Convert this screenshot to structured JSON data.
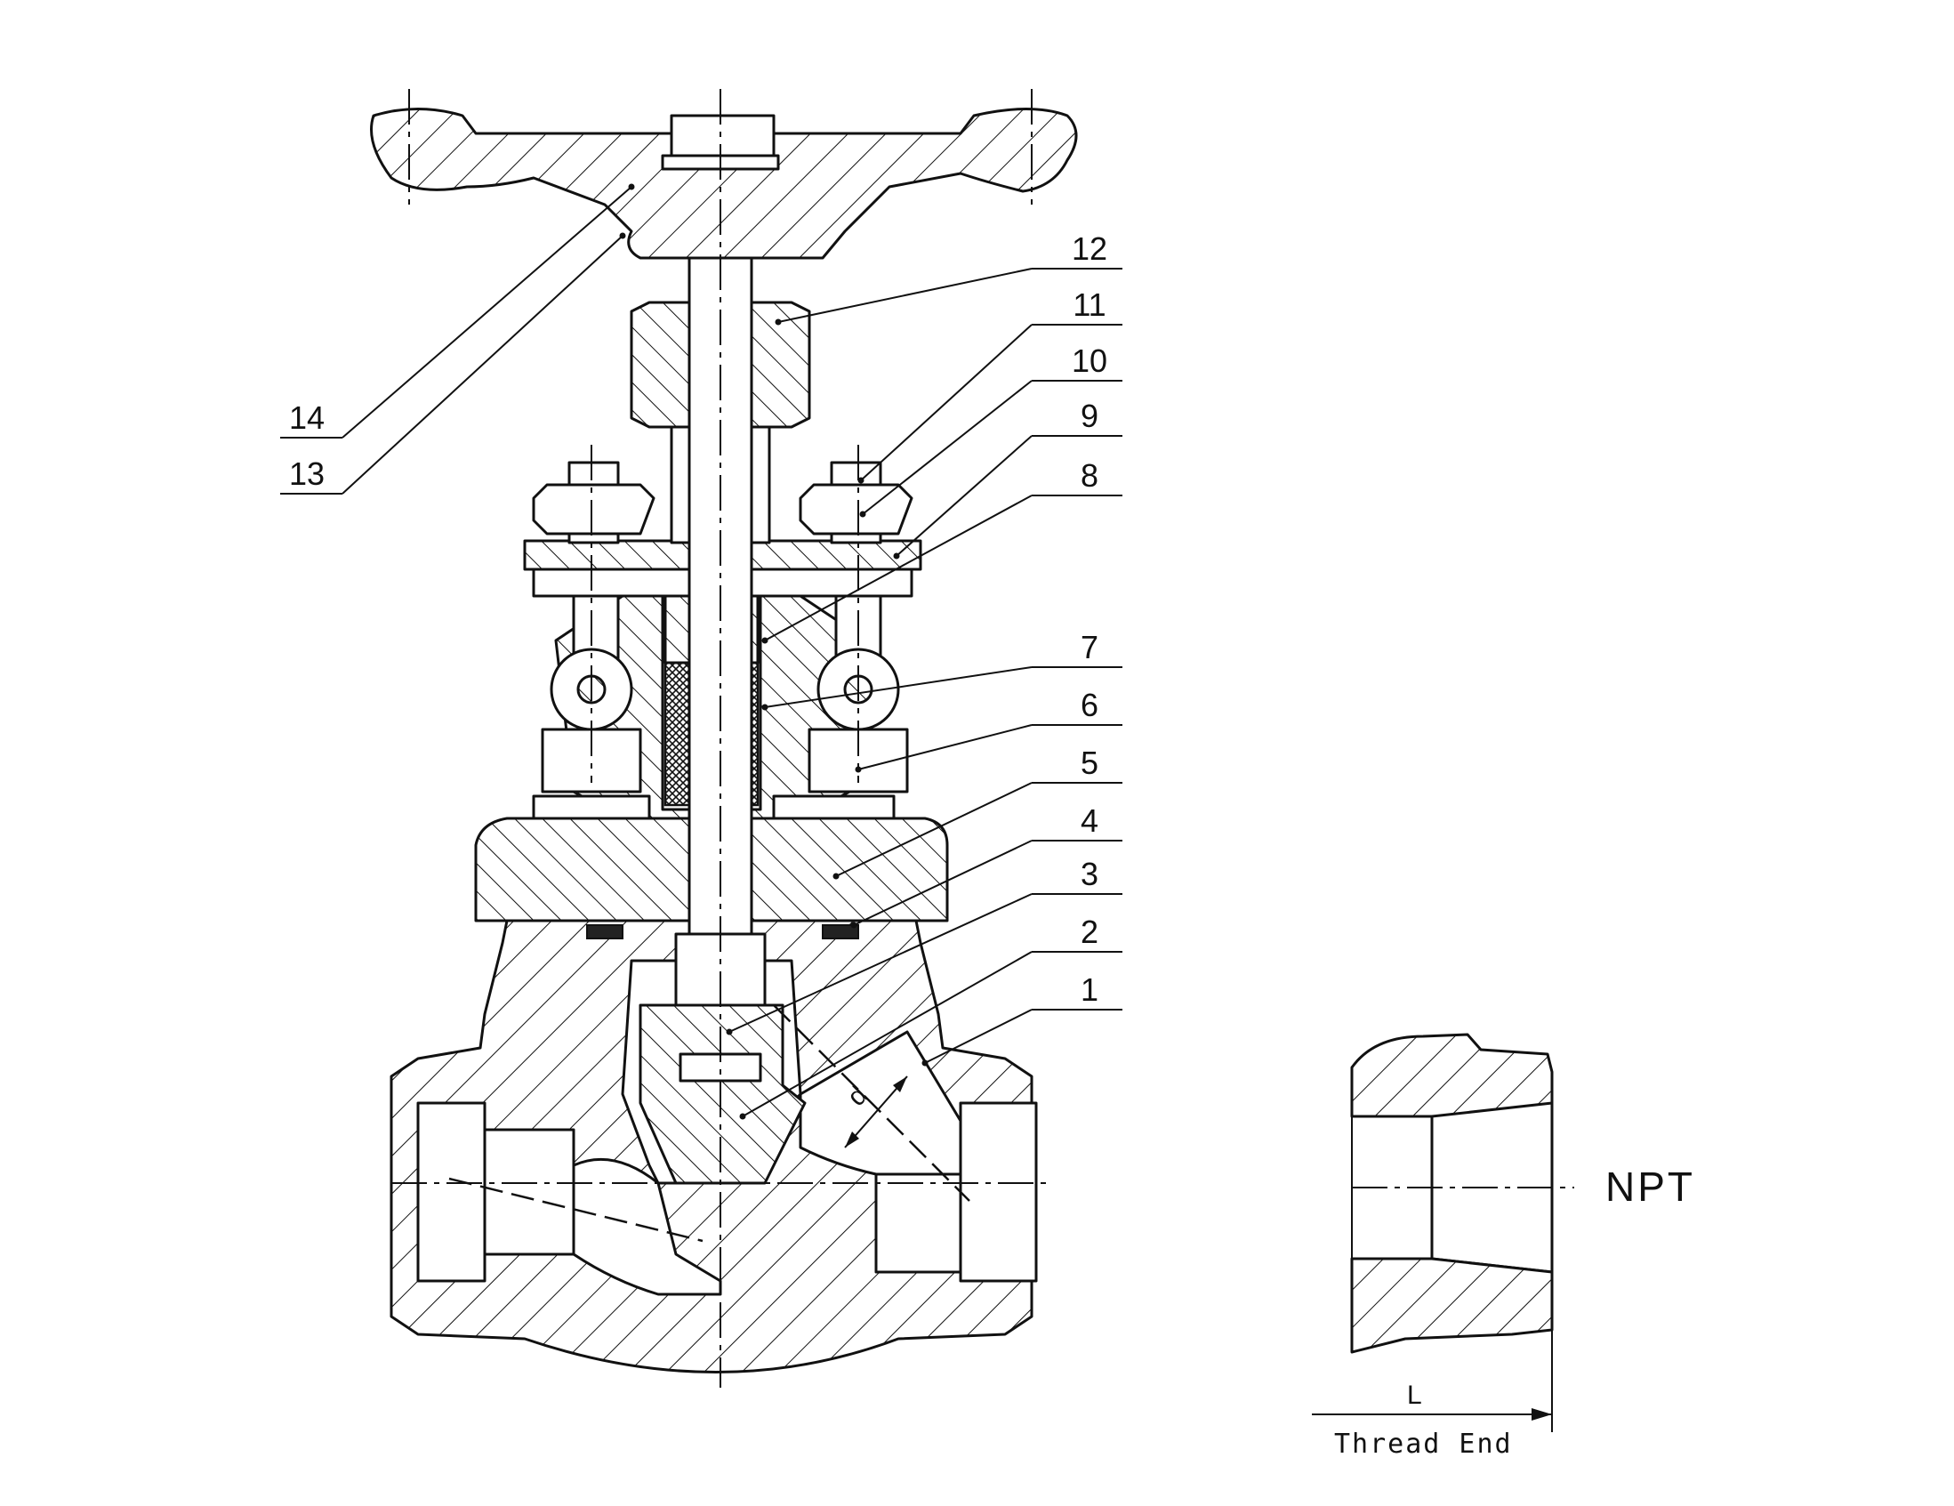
{
  "callouts": [
    {
      "label": "1"
    },
    {
      "label": "2"
    },
    {
      "label": "3"
    },
    {
      "label": "4"
    },
    {
      "label": "5"
    },
    {
      "label": "6"
    },
    {
      "label": "7"
    },
    {
      "label": "8"
    },
    {
      "label": "9"
    },
    {
      "label": "10"
    },
    {
      "label": "11"
    },
    {
      "label": "12"
    },
    {
      "label": "13"
    },
    {
      "label": "14"
    }
  ],
  "diameter_label": "d",
  "detail": {
    "end_type_label": "NPT",
    "dimension_label": "L",
    "caption": "Thread End"
  }
}
